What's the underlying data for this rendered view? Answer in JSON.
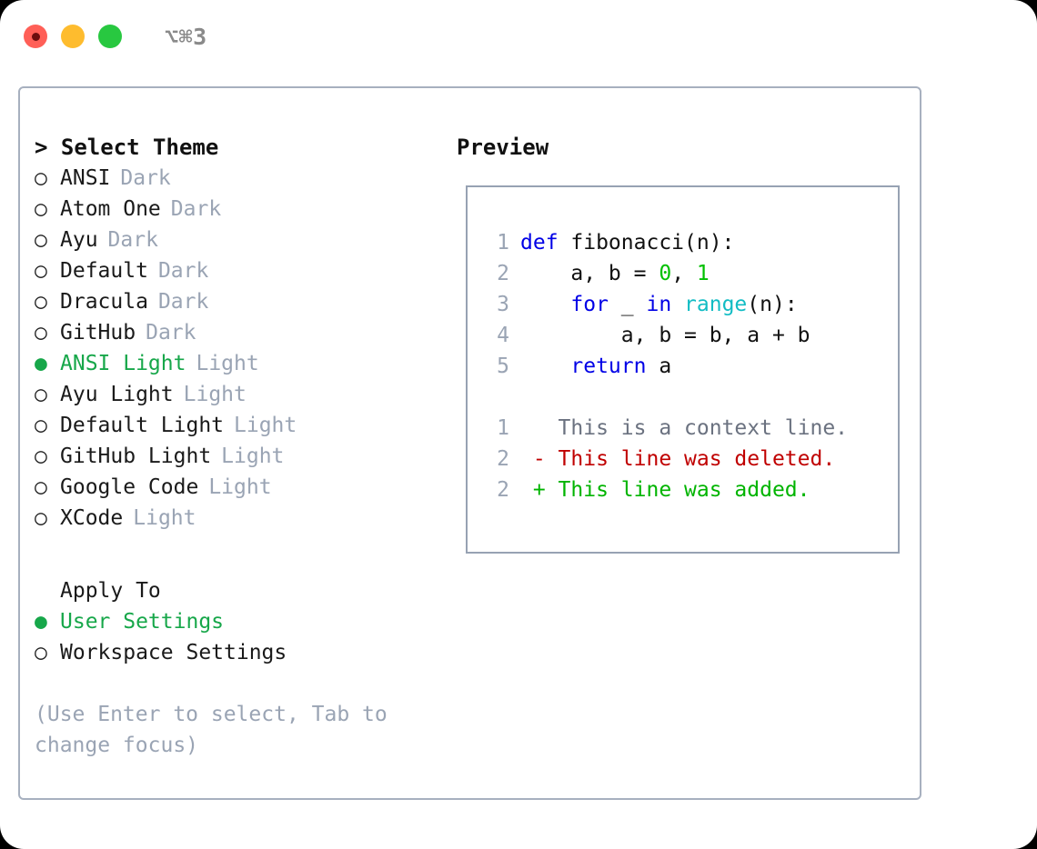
{
  "titlebar": {
    "shortcut": "⌥⌘3",
    "buttons": [
      "close",
      "minimize",
      "maximize"
    ]
  },
  "left": {
    "heading": "> Select Theme",
    "themes": [
      {
        "bullet": "○",
        "name": "ANSI",
        "tag": "Dark",
        "selected": false
      },
      {
        "bullet": "○",
        "name": "Atom One",
        "tag": "Dark",
        "selected": false
      },
      {
        "bullet": "○",
        "name": "Ayu",
        "tag": "Dark",
        "selected": false
      },
      {
        "bullet": "○",
        "name": "Default",
        "tag": "Dark",
        "selected": false
      },
      {
        "bullet": "○",
        "name": "Dracula",
        "tag": "Dark",
        "selected": false
      },
      {
        "bullet": "○",
        "name": "GitHub",
        "tag": "Dark",
        "selected": false
      },
      {
        "bullet": "●",
        "name": "ANSI Light",
        "tag": "Light",
        "selected": true
      },
      {
        "bullet": "○",
        "name": "Ayu Light",
        "tag": "Light",
        "selected": false
      },
      {
        "bullet": "○",
        "name": "Default Light",
        "tag": "Light",
        "selected": false
      },
      {
        "bullet": "○",
        "name": "GitHub Light",
        "tag": "Light",
        "selected": false
      },
      {
        "bullet": "○",
        "name": "Google Code",
        "tag": "Light",
        "selected": false
      },
      {
        "bullet": "○",
        "name": "XCode",
        "tag": "Light",
        "selected": false
      }
    ],
    "apply_to": {
      "title": "Apply To",
      "options": [
        {
          "bullet": "●",
          "name": "User Settings",
          "selected": true
        },
        {
          "bullet": "○",
          "name": "Workspace Settings",
          "selected": false
        }
      ]
    },
    "hint": "(Use Enter to select, Tab to change focus)"
  },
  "right": {
    "heading": "Preview",
    "code_lines": [
      {
        "num": "1",
        "tokens": [
          {
            "t": "def",
            "c": "kw"
          },
          {
            "t": " fibonacci(n):",
            "c": "txt"
          }
        ]
      },
      {
        "num": "2",
        "tokens": [
          {
            "t": "    a, b = ",
            "c": "txt"
          },
          {
            "t": "0",
            "c": "num"
          },
          {
            "t": ", ",
            "c": "txt"
          },
          {
            "t": "1",
            "c": "num"
          }
        ]
      },
      {
        "num": "3",
        "tokens": [
          {
            "t": "    ",
            "c": "txt"
          },
          {
            "t": "for",
            "c": "kw"
          },
          {
            "t": " _ ",
            "c": "txt"
          },
          {
            "t": "in",
            "c": "kw"
          },
          {
            "t": " ",
            "c": "txt"
          },
          {
            "t": "range",
            "c": "fn"
          },
          {
            "t": "(n):",
            "c": "txt"
          }
        ]
      },
      {
        "num": "4",
        "tokens": [
          {
            "t": "        a, b = b, a + b",
            "c": "txt"
          }
        ]
      },
      {
        "num": "5",
        "tokens": [
          {
            "t": "    ",
            "c": "txt"
          },
          {
            "t": "return",
            "c": "kw"
          },
          {
            "t": " a",
            "c": "txt"
          }
        ]
      },
      {
        "num": "",
        "tokens": []
      },
      {
        "num": "1",
        "tokens": [
          {
            "t": "   This is a context line.",
            "c": "ctx"
          }
        ]
      },
      {
        "num": "2",
        "tokens": [
          {
            "t": " - This line was deleted.",
            "c": "del"
          }
        ]
      },
      {
        "num": "2",
        "tokens": [
          {
            "t": " + This line was added.",
            "c": "add"
          }
        ]
      }
    ]
  },
  "colors": {
    "accent_green": "#17a74a",
    "muted": "#9aa4b4",
    "border": "#a7b0bf",
    "keyword": "#0000e6",
    "function": "#12bcc4",
    "number": "#00c000",
    "deleted": "#c00000",
    "added": "#00b400",
    "traffic_red": "#ff5f57",
    "traffic_yellow": "#febc2e",
    "traffic_green": "#28c840"
  }
}
